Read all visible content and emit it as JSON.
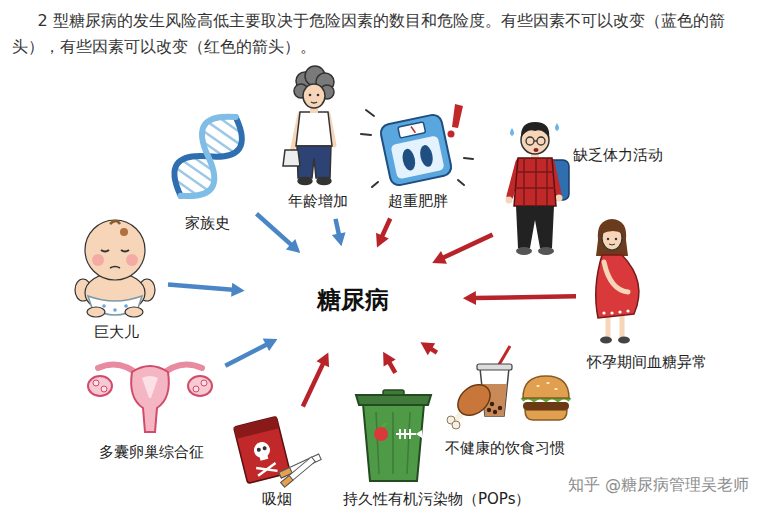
{
  "diagram": {
    "title": "2 型糖尿病的发生风险高低主要取决于危险因素的数目和危险度。有些因素不可以改变（蓝色的箭头），有些因素可以改变（红色的箭头）。",
    "nodes": [
      {
        "text": [
          "家族史"
        ]
      },
      {
        "text": [
          "年龄增加"
        ]
      },
      {
        "text": [
          "超重肥胖"
        ]
      },
      {
        "text": [
          "缺乏体力活动"
        ]
      },
      {
        "text": [
          "巨大儿"
        ]
      },
      {
        "text": [
          "糖尿病"
        ]
      },
      {
        "text": [
          "怀孕期间血糖异常"
        ]
      },
      {
        "text": [
          "多囊卵巢综合征"
        ]
      },
      {
        "text": [
          "不健康的饮食习惯"
        ]
      },
      {
        "text": [
          "吸烟"
        ]
      },
      {
        "text": [
          "持久性有机污染物（POPs）"
        ]
      }
    ],
    "edges": [
      {
        "from": 0,
        "to": 5,
        "arrow": "to"
      },
      {
        "from": 1,
        "to": 5,
        "arrow": "to"
      },
      {
        "from": 2,
        "to": 5,
        "arrow": "to"
      },
      {
        "from": 3,
        "to": 5,
        "arrow": "to"
      },
      {
        "from": 4,
        "to": 5,
        "arrow": "to"
      },
      {
        "from": 6,
        "to": 5,
        "arrow": "to"
      },
      {
        "from": 7,
        "to": 5,
        "arrow": "to"
      },
      {
        "from": 8,
        "to": 5,
        "arrow": "to"
      },
      {
        "from": 9,
        "to": 5,
        "arrow": "to"
      },
      {
        "from": 10,
        "to": 5,
        "arrow": "to"
      }
    ],
    "labels": [
      "知乎 @糖尿病管理吴老师"
    ]
  }
}
